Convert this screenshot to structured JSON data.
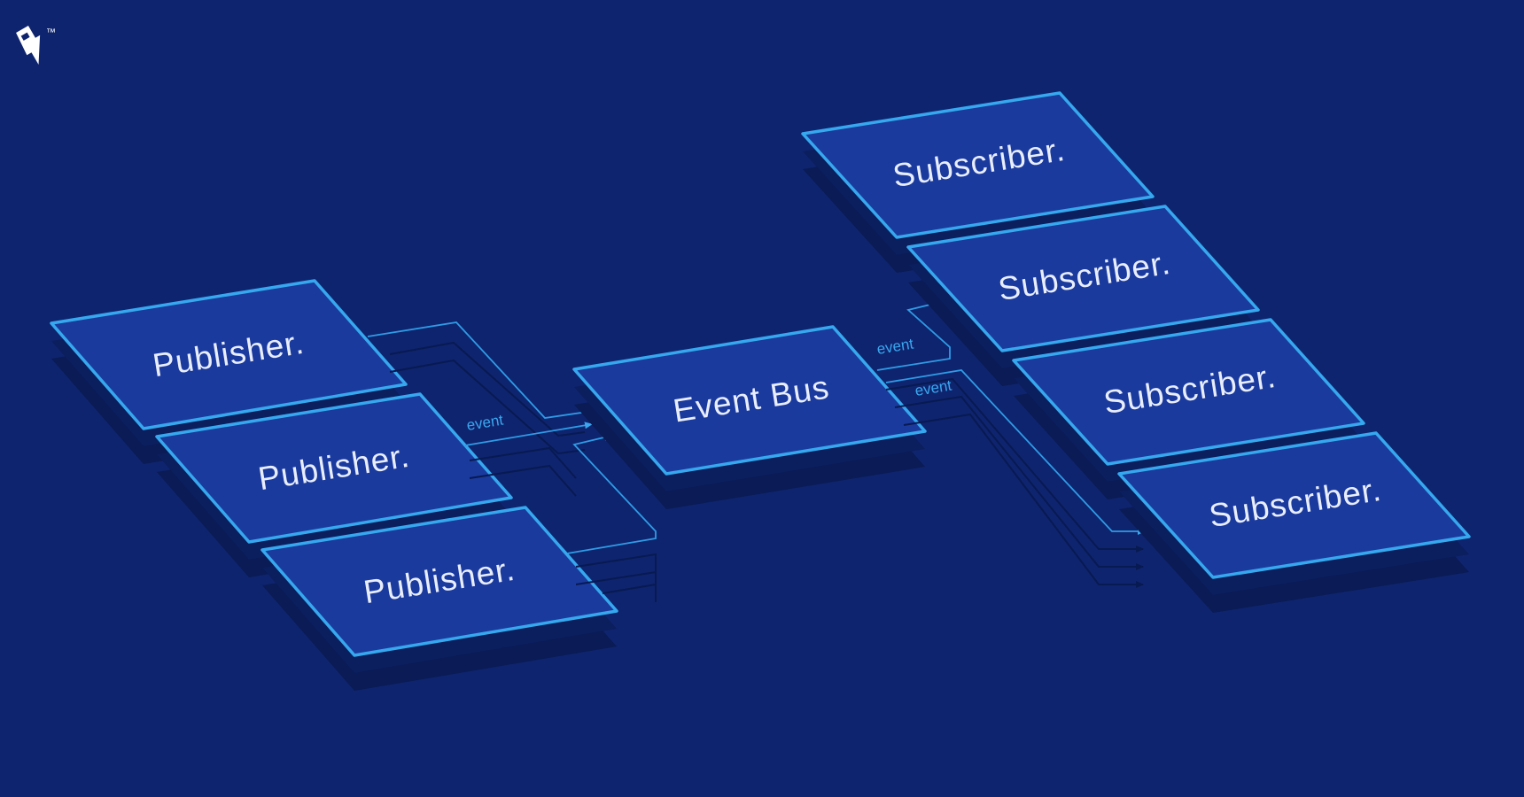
{
  "logo": {
    "trademark": "™"
  },
  "publishers": [
    {
      "label": "Publisher."
    },
    {
      "label": "Publisher."
    },
    {
      "label": "Publisher."
    }
  ],
  "event_bus": {
    "label": "Event Bus"
  },
  "subscribers": [
    {
      "label": "Subscriber."
    },
    {
      "label": "Subscriber."
    },
    {
      "label": "Subscriber."
    },
    {
      "label": "Subscriber."
    }
  ],
  "edges": {
    "publisher_event_label": "event",
    "bus_event_label_upper": "event",
    "bus_event_label_lower": "event"
  },
  "colors": {
    "background": "#0e246e",
    "panel_fill": "#1a3a9d",
    "panel_stroke": "#36a8ef",
    "wire": "#2f9be6"
  }
}
